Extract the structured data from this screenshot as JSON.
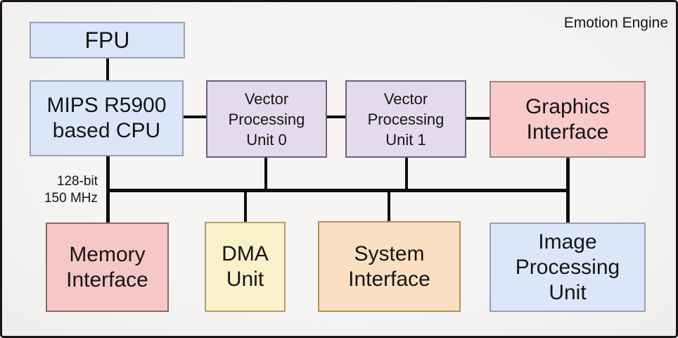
{
  "diagram": {
    "title": "Emotion Engine",
    "bus": {
      "label": "128-bit\n150 MHz",
      "line_color": "#0e0e0e"
    },
    "nodes": {
      "fpu": {
        "label": "FPU",
        "fill": "#dbe7f8",
        "border": "#96a0b8"
      },
      "cpu": {
        "label": "MIPS R5900\nbased CPU",
        "fill": "#dbe7f8",
        "border": "#96a0b8"
      },
      "vpu0": {
        "label": "Vector\nProcessing\nUnit 0",
        "fill": "#e3dbed",
        "border": "#6d5f7e"
      },
      "vpu1": {
        "label": "Vector\nProcessing\nUnit 1",
        "fill": "#e3dbed",
        "border": "#6d5f7e"
      },
      "graphics_interface": {
        "label": "Graphics\nInterface",
        "fill": "#f8caca",
        "border": "#a87f82"
      },
      "memory_interface": {
        "label": "Memory\nInterface",
        "fill": "#f6c7c7",
        "border": "#8a6a63"
      },
      "dma_unit": {
        "label": "DMA\nUnit",
        "fill": "#faf0ca",
        "border": "#b1a167"
      },
      "system_interface": {
        "label": "System\nInterface",
        "fill": "#fbdfc2",
        "border": "#b3914f"
      },
      "image_processing_unit": {
        "label": "Image\nProcessing\nUnit",
        "fill": "#dbe7f8",
        "border": "#96a0b8"
      }
    },
    "connections": [
      "FPU - MIPS R5900 based CPU",
      "MIPS R5900 based CPU - Vector Processing Unit 0",
      "Vector Processing Unit 0 - Vector Processing Unit 1",
      "Vector Processing Unit 1 - Graphics Interface",
      "MIPS R5900 based CPU - main bus",
      "Vector Processing Unit 0 - main bus",
      "Vector Processing Unit 1 - main bus",
      "Graphics Interface - main bus",
      "main bus - Memory Interface",
      "main bus - DMA Unit",
      "main bus - System Interface",
      "main bus - Image Processing Unit"
    ]
  }
}
